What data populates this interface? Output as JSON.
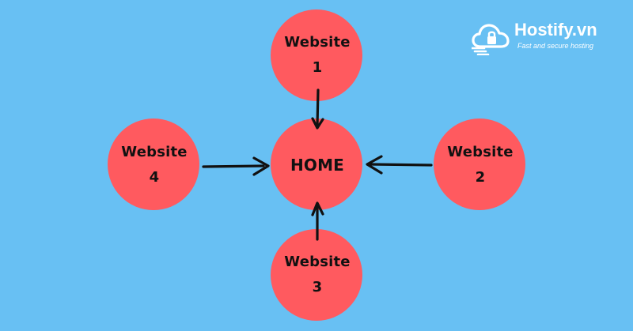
{
  "brand": {
    "name": "Hostify.vn",
    "tagline": "Fast and secure hosting",
    "logo_icon": "cloud-lock-icon"
  },
  "diagram": {
    "center": {
      "label": "HOME"
    },
    "websites": [
      {
        "label": "Website",
        "number": "1"
      },
      {
        "label": "Website",
        "number": "2"
      },
      {
        "label": "Website",
        "number": "3"
      },
      {
        "label": "Website",
        "number": "4"
      }
    ],
    "edges": [
      {
        "from": "Website 1",
        "to": "HOME"
      },
      {
        "from": "Website 2",
        "to": "HOME"
      },
      {
        "from": "Website 3",
        "to": "HOME"
      },
      {
        "from": "Website 4",
        "to": "HOME"
      }
    ]
  },
  "colors": {
    "background": "#68c0f3",
    "node_fill": "#ff5a5f",
    "arrow": "#111111",
    "brand_text": "#ffffff"
  }
}
